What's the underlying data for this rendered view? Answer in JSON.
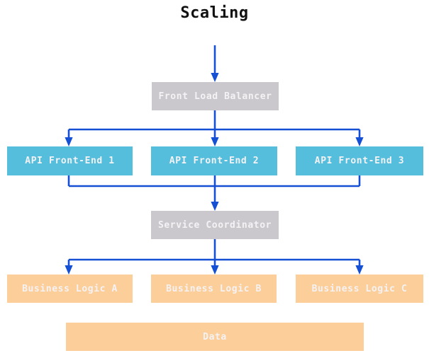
{
  "title": "Scaling",
  "colors": {
    "node_gray": "#CBC8CD",
    "node_cyan": "#54BEDC",
    "node_orange": "#FCCE99",
    "edge_blue": "#1550D4",
    "node_text": "#F4F2F4",
    "title_text": "#111111"
  },
  "diagram": {
    "nodes": {
      "flb": {
        "label": "Front Load Balancer",
        "type": "load-balancer",
        "color": "gray"
      },
      "api1": {
        "label": "API Front-End 1",
        "type": "api-frontend",
        "color": "cyan"
      },
      "api2": {
        "label": "API Front-End 2",
        "type": "api-frontend",
        "color": "cyan"
      },
      "api3": {
        "label": "API Front-End 3",
        "type": "api-frontend",
        "color": "cyan"
      },
      "sc": {
        "label": "Service Coordinator",
        "type": "coordinator",
        "color": "gray"
      },
      "bla": {
        "label": "Business Logic A",
        "type": "business-logic",
        "color": "orange"
      },
      "blb": {
        "label": "Business Logic B",
        "type": "business-logic",
        "color": "orange"
      },
      "blc": {
        "label": "Business Logic C",
        "type": "business-logic",
        "color": "orange"
      },
      "data": {
        "label": "Data",
        "type": "data-store",
        "color": "orange"
      }
    },
    "edges": [
      {
        "from": "start",
        "to": "flb"
      },
      {
        "from": "flb",
        "to": "api1"
      },
      {
        "from": "flb",
        "to": "api2"
      },
      {
        "from": "flb",
        "to": "api3"
      },
      {
        "from": "api1",
        "to": "sc"
      },
      {
        "from": "api2",
        "to": "sc"
      },
      {
        "from": "api3",
        "to": "sc"
      },
      {
        "from": "sc",
        "to": "bla"
      },
      {
        "from": "sc",
        "to": "blb"
      },
      {
        "from": "sc",
        "to": "blc"
      }
    ]
  }
}
